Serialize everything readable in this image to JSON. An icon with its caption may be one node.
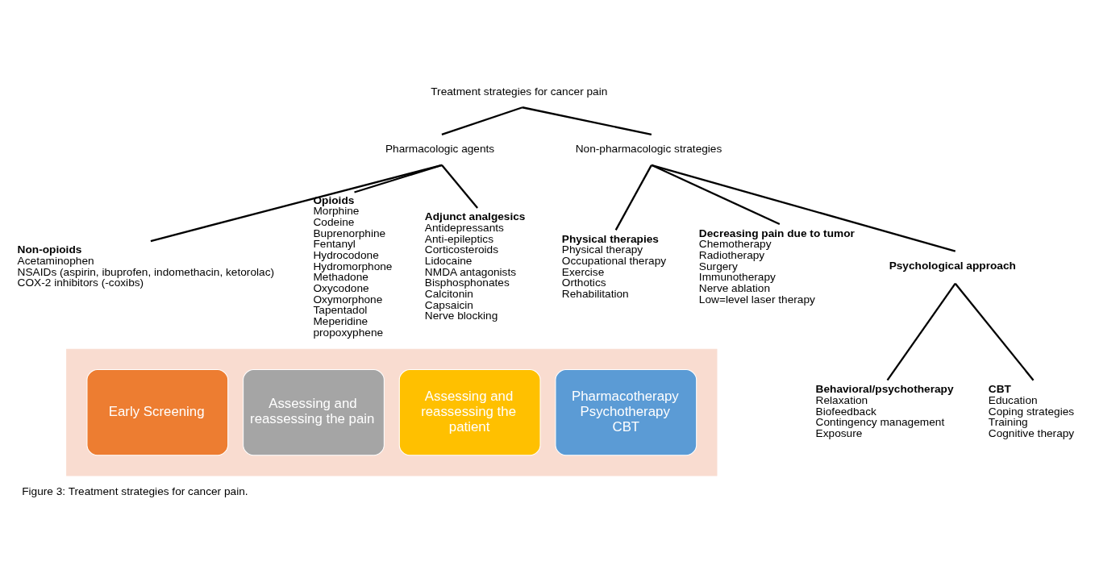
{
  "diagram": {
    "caption": "Figure 3: Treatment strategies for cancer pain.",
    "nodes": [
      {
        "text": [
          "Treatment strategies for cancer pain"
        ]
      },
      {
        "text": [
          "Pharmacologic agents"
        ]
      },
      {
        "text": [
          "Non-pharmacologic strategies"
        ]
      },
      {
        "text": [
          "Non-opioids",
          "Acetaminophen",
          "NSAIDs (aspirin, ibuprofen, indomethacin, ketorolac)",
          "COX-2 inhibitors (-coxibs)"
        ]
      },
      {
        "text": [
          "Opioids",
          "Morphine",
          "Codeine",
          "Buprenorphine",
          "Fentanyl",
          "Hydrocodone",
          "Hydromorphone",
          "Methadone",
          "Oxycodone",
          "Oxymorphone",
          "Tapentadol",
          "Meperidine",
          "propoxyphene"
        ]
      },
      {
        "text": [
          "Adjunct analgesics",
          "Antidepressants",
          "Anti-epileptics",
          "Corticosteroids",
          "Lidocaine",
          "NMDA antagonists",
          "Bisphosphonates",
          "Calcitonin",
          "Capsaicin",
          "Nerve blocking"
        ]
      },
      {
        "text": [
          "Physical therapies",
          "Physical therapy",
          "Occupational therapy",
          "Exercise",
          "Orthotics",
          "Rehabilitation"
        ]
      },
      {
        "text": [
          "Decreasing pain due to tumor",
          "Chemotherapy",
          "Radiotherapy",
          "Surgery",
          "Immunotherapy",
          "Nerve ablation",
          "Low=level laser therapy"
        ]
      },
      {
        "text": [
          "Psychological approach"
        ]
      },
      {
        "text": [
          "Behavioral/psychotherapy",
          "Relaxation",
          "Biofeedback",
          "Contingency management",
          "Exposure"
        ]
      },
      {
        "text": [
          "CBT",
          "Education",
          "Coping strategies",
          "Training",
          "Cognitive therapy"
        ]
      },
      {
        "text": [],
        "shape": "arrow"
      },
      {
        "text": [
          "Early Screening"
        ],
        "in": 11
      },
      {
        "text": [
          "Assessing and reassessing the pain"
        ],
        "in": 11
      },
      {
        "text": [
          "Assessing and reassessing the patient"
        ],
        "in": 11
      },
      {
        "text": [
          "Pharmacotherapy",
          "Psychotherapy",
          "CBT"
        ],
        "in": 11
      }
    ],
    "edges": [
      {
        "from": 0,
        "to": 1,
        "arrow": "none"
      },
      {
        "from": 0,
        "to": 2,
        "arrow": "none"
      },
      {
        "from": 1,
        "to": 3,
        "arrow": "none"
      },
      {
        "from": 1,
        "to": 4,
        "arrow": "none"
      },
      {
        "from": 1,
        "to": 5,
        "arrow": "none"
      },
      {
        "from": 2,
        "to": 6,
        "arrow": "none"
      },
      {
        "from": 2,
        "to": 7,
        "arrow": "none"
      },
      {
        "from": 2,
        "to": 8,
        "arrow": "none"
      },
      {
        "from": 8,
        "to": 9,
        "arrow": "none"
      },
      {
        "from": 8,
        "to": 10,
        "arrow": "none"
      }
    ]
  }
}
